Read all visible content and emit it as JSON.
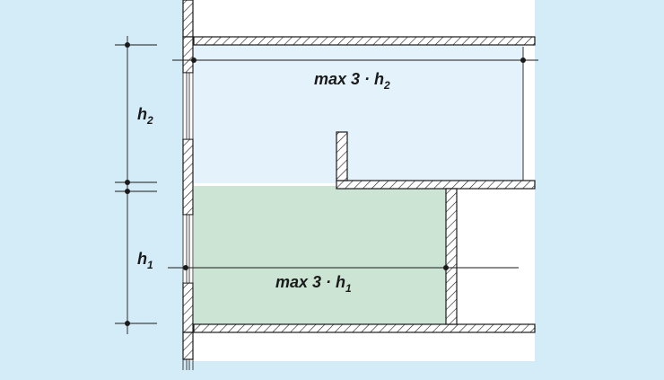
{
  "diagram": {
    "label_upper_span": "max 3 · h",
    "label_upper_span_sub": "2",
    "label_lower_span": "max 3 · h",
    "label_lower_span_sub": "1",
    "label_h2": "h",
    "label_h2_sub": "2",
    "label_h1": "h",
    "label_h1_sub": "1"
  },
  "colors": {
    "background": "#d3ecf8",
    "upper_zone": "#e4f3fb",
    "lower_zone": "#cbe4d4",
    "section_white": "#ffffff",
    "line": "#1a1a1a"
  }
}
